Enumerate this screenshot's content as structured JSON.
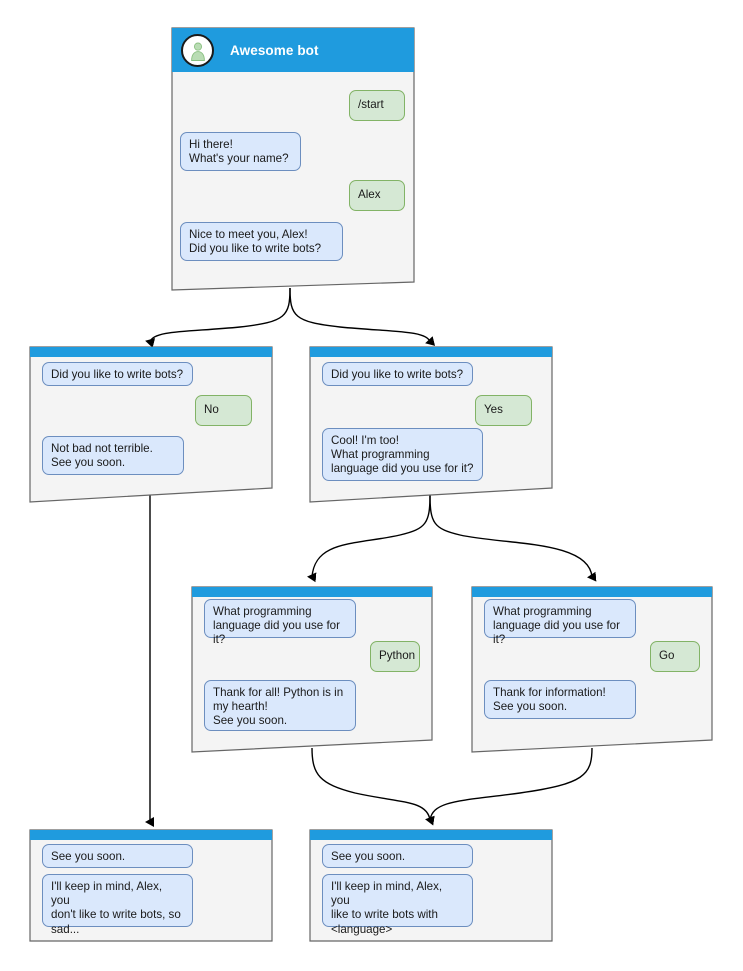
{
  "colors": {
    "header_blue": "#1f9bde",
    "node_fill": "#f4f4f4",
    "node_stroke": "#666666",
    "bot_bubble_fill": "#dae8fc",
    "bot_bubble_stroke": "#6c8ebf",
    "user_bubble_fill": "#d5e8d4",
    "user_bubble_stroke": "#82b366",
    "edge_stroke": "#000000",
    "avatar_person": "#b9dcb4",
    "title_text": "#ffffff",
    "page_background": "#ffffff"
  },
  "diagram": {
    "type": "chatbot-conversation-flow",
    "nodes": [
      {
        "id": "root",
        "title": "Awesome bot",
        "has_avatar": true,
        "avatar_icon": "person-icon",
        "messages": [
          {
            "sender": "user",
            "text": "/start"
          },
          {
            "sender": "bot",
            "text": "Hi there!\nWhat's your name?"
          },
          {
            "sender": "user",
            "text": "Alex"
          },
          {
            "sender": "bot",
            "text": "Nice to meet you, Alex!\nDid you like to write bots?"
          }
        ]
      },
      {
        "id": "no-branch",
        "title": "",
        "has_avatar": false,
        "messages": [
          {
            "sender": "bot",
            "text": "Did you like to write bots?"
          },
          {
            "sender": "user",
            "text": "No"
          },
          {
            "sender": "bot",
            "text": "Not bad not terrible.\nSee you soon."
          }
        ]
      },
      {
        "id": "yes-branch",
        "title": "",
        "has_avatar": false,
        "messages": [
          {
            "sender": "bot",
            "text": "Did you like to write bots?"
          },
          {
            "sender": "user",
            "text": "Yes"
          },
          {
            "sender": "bot",
            "text": "Cool! I'm too!\nWhat programming\nlanguage did you use for it?"
          }
        ]
      },
      {
        "id": "python-branch",
        "title": "",
        "has_avatar": false,
        "messages": [
          {
            "sender": "bot",
            "text": "What programming\nlanguage did you use for it?"
          },
          {
            "sender": "user",
            "text": "Python"
          },
          {
            "sender": "bot",
            "text": "Thank for all! Python is in\nmy hearth!\nSee you soon."
          }
        ]
      },
      {
        "id": "go-branch",
        "title": "",
        "has_avatar": false,
        "messages": [
          {
            "sender": "bot",
            "text": "What programming\nlanguage did you use for it?"
          },
          {
            "sender": "user",
            "text": "Go"
          },
          {
            "sender": "bot",
            "text": "Thank for information!\nSee you soon."
          }
        ]
      },
      {
        "id": "end-sad",
        "title": "",
        "has_avatar": false,
        "messages": [
          {
            "sender": "bot",
            "text": "See you soon."
          },
          {
            "sender": "bot",
            "text": "I'll keep in mind, Alex, you\ndon't like to write bots, so\nsad..."
          }
        ]
      },
      {
        "id": "end-happy",
        "title": "",
        "has_avatar": false,
        "messages": [
          {
            "sender": "bot",
            "text": "See you soon."
          },
          {
            "sender": "bot",
            "text": "I'll keep in mind, Alex, you\nlike to write bots with\n<language>"
          }
        ]
      }
    ],
    "edges": [
      {
        "from": "root",
        "to": "no-branch"
      },
      {
        "from": "root",
        "to": "yes-branch"
      },
      {
        "from": "yes-branch",
        "to": "python-branch"
      },
      {
        "from": "yes-branch",
        "to": "go-branch"
      },
      {
        "from": "no-branch",
        "to": "end-sad"
      },
      {
        "from": "python-branch",
        "to": "end-happy"
      },
      {
        "from": "go-branch",
        "to": "end-happy"
      }
    ]
  }
}
